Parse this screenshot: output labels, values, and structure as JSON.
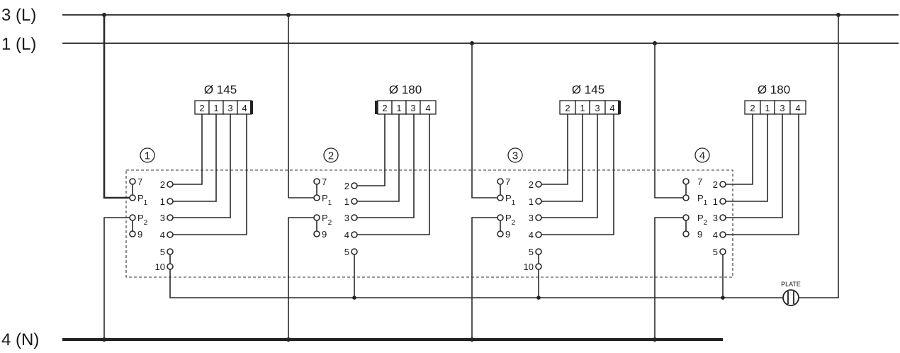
{
  "rails": [
    {
      "label": "3 (L)"
    },
    {
      "label": "1 (L)"
    },
    {
      "label": "4 (N)"
    }
  ],
  "units": [
    {
      "number": "1",
      "size": "Ø 145",
      "terminals": [
        "2",
        "1",
        "3",
        "4"
      ],
      "pins": {
        "p7": "7",
        "p1": "P",
        "p1_sub": "1",
        "p2": "P",
        "p2_sub": "2",
        "p9": "9",
        "t2": "2",
        "t1": "1",
        "t3": "3",
        "t4": "4",
        "t5": "5",
        "t10": "10"
      }
    },
    {
      "number": "2",
      "size": "Ø 180",
      "terminals": [
        "2",
        "1",
        "3",
        "4"
      ],
      "pins": {
        "p7": "7",
        "p1": "P",
        "p1_sub": "1",
        "p2": "P",
        "p2_sub": "2",
        "p9": "9",
        "t2": "2",
        "t1": "1",
        "t3": "3",
        "t4": "4",
        "t5": "5"
      }
    },
    {
      "number": "3",
      "size": "Ø 145",
      "terminals": [
        "2",
        "1",
        "3",
        "4"
      ],
      "pins": {
        "p7": "7",
        "p1": "P",
        "p1_sub": "1",
        "p2": "P",
        "p2_sub": "2",
        "p9": "9",
        "t2": "2",
        "t1": "1",
        "t3": "3",
        "t4": "4",
        "t5": "5",
        "t10": "10"
      }
    },
    {
      "number": "4",
      "size": "Ø 180",
      "terminals": [
        "2",
        "1",
        "3",
        "4"
      ],
      "pins": {
        "p7": "7",
        "p1": "P",
        "p1_sub": "1",
        "p2": "P",
        "p2_sub": "2",
        "p9": "9",
        "t2": "2",
        "t1": "1",
        "t3": "3",
        "t4": "4",
        "t5": "5"
      }
    }
  ],
  "plate": {
    "label": "PLATE"
  }
}
